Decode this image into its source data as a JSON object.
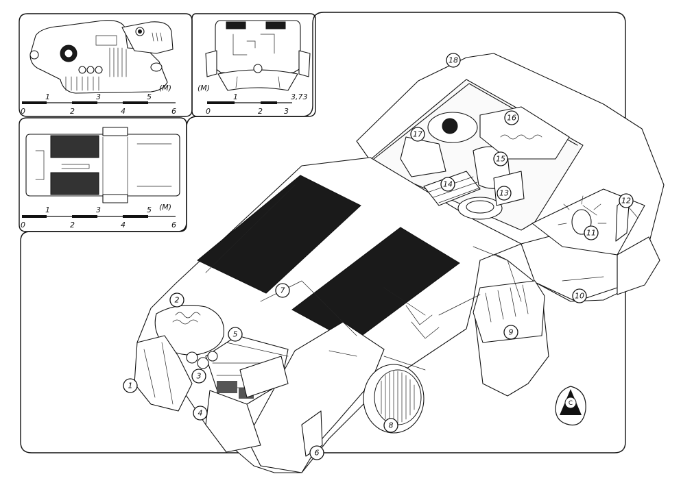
{
  "callouts": [
    {
      "label": "1"
    },
    {
      "label": "2"
    },
    {
      "label": "3"
    },
    {
      "label": "4"
    },
    {
      "label": "5"
    },
    {
      "label": "6"
    },
    {
      "label": "7"
    },
    {
      "label": "8"
    },
    {
      "label": "9"
    },
    {
      "label": "10"
    },
    {
      "label": "11"
    },
    {
      "label": "12"
    },
    {
      "label": "13"
    },
    {
      "label": "14"
    },
    {
      "label": "15"
    },
    {
      "label": "16"
    },
    {
      "label": "17"
    },
    {
      "label": "18"
    }
  ],
  "scales": {
    "side_view": {
      "unit": "(M)",
      "upper": [
        "1",
        "3",
        "5"
      ],
      "lower": [
        "0",
        "2",
        "4",
        "6"
      ]
    },
    "front_view": {
      "unit": "(M)",
      "extra": "3,73",
      "upper": [
        "1"
      ],
      "lower": [
        "0",
        "2",
        "3"
      ]
    },
    "top_view": {
      "unit": "(M)",
      "upper": [
        "1",
        "3",
        "5"
      ],
      "lower": [
        "0",
        "2",
        "4",
        "6"
      ]
    }
  },
  "logo": {
    "name": "publisher-emblem",
    "text": "C"
  }
}
